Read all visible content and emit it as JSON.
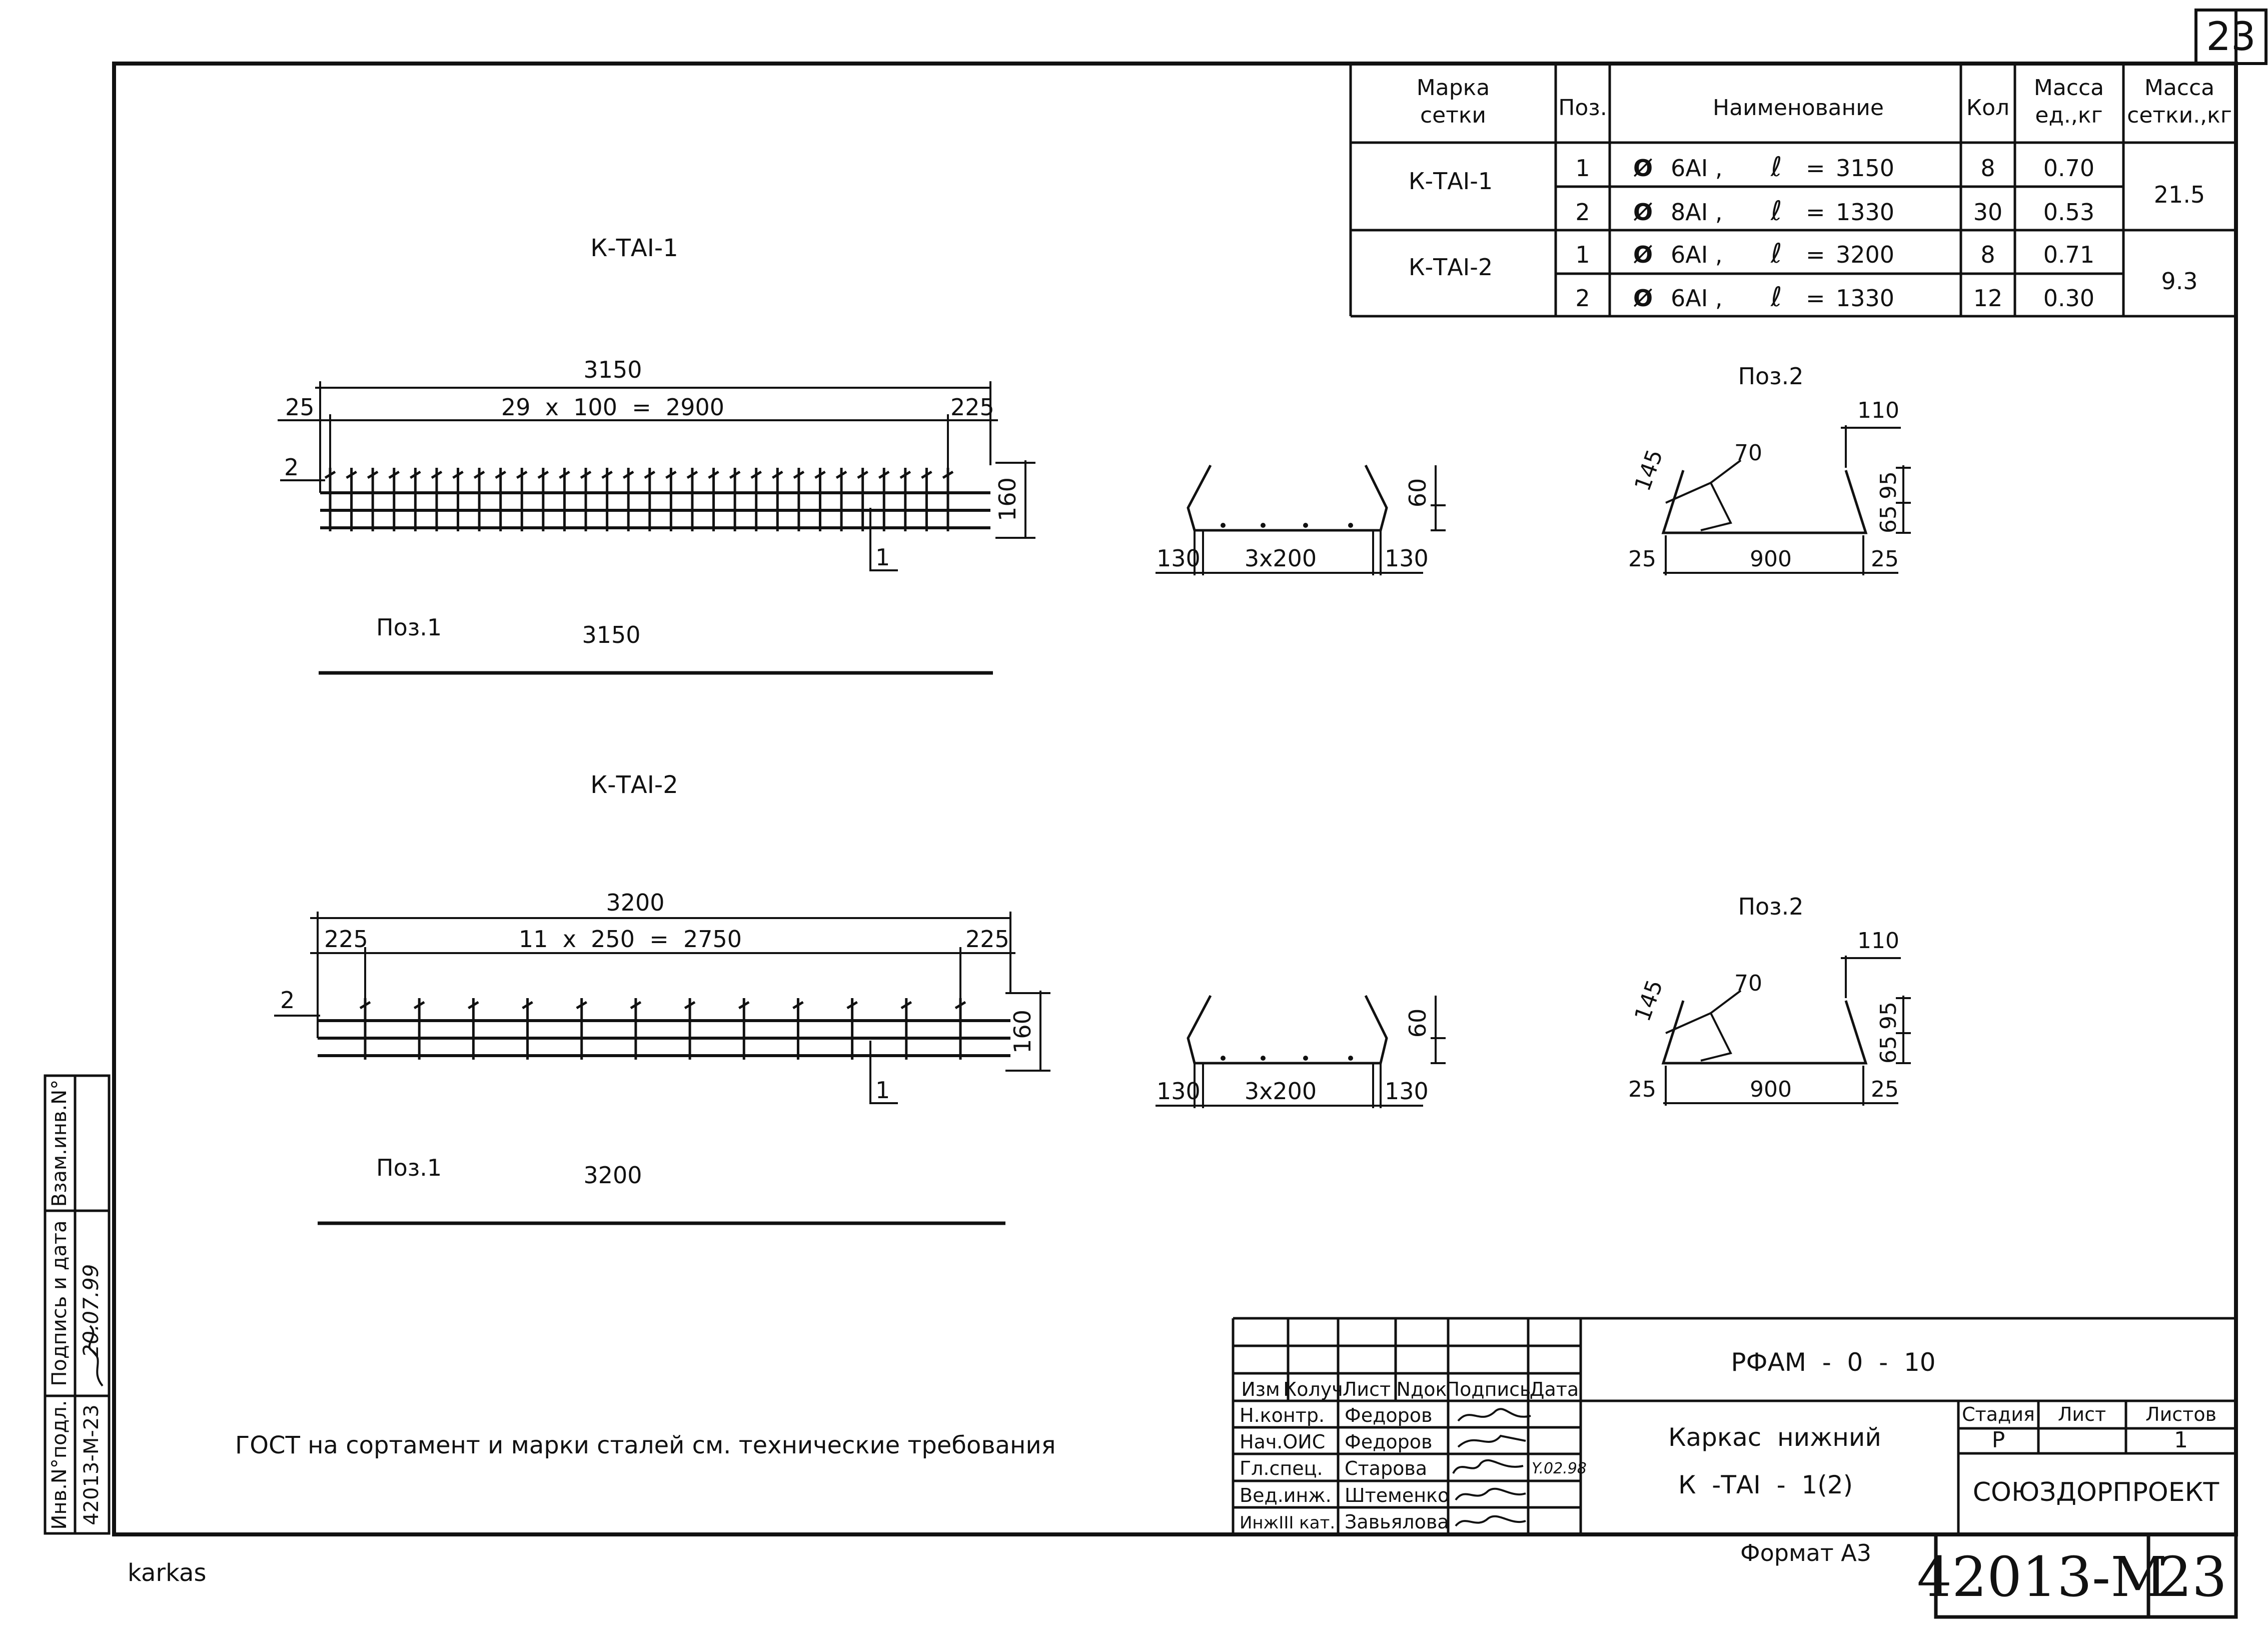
{
  "sheet": {
    "corner_number": "23",
    "footer_name": "karkas",
    "format": "Формат А3",
    "drawing_code": "42013-М",
    "sheet_number": "23",
    "note": "ГОСТ на сортамент и марки сталей см. технические требования"
  },
  "spec_table": {
    "headers": {
      "mark": [
        "Марка",
        "сетки"
      ],
      "pos": "Поз.",
      "name": "Наименование",
      "qty": "Кол",
      "unit_mass": [
        "Масса",
        "ед.,кг"
      ],
      "mesh_mass": [
        "Масса",
        "сетки.,кг"
      ]
    },
    "groups": [
      {
        "mark": "К-ТАI-1",
        "mesh_mass": "21.5",
        "rows": [
          {
            "pos": "1",
            "dia": "Ø",
            "steel": "6АI ,",
            "len_sym": "ℓ",
            "eq": "=",
            "len": "3150",
            "qty": "8",
            "unit_mass": "0.70"
          },
          {
            "pos": "2",
            "dia": "Ø",
            "steel": "8АI ,",
            "len_sym": "ℓ",
            "eq": "=",
            "len": "1330",
            "qty": "30",
            "unit_mass": "0.53"
          }
        ]
      },
      {
        "mark": "К-ТАI-2",
        "mesh_mass": "9.3",
        "rows": [
          {
            "pos": "1",
            "dia": "Ø",
            "steel": "6АI ,",
            "len_sym": "ℓ",
            "eq": "=",
            "len": "3200",
            "qty": "8",
            "unit_mass": "0.71"
          },
          {
            "pos": "2",
            "dia": "Ø",
            "steel": "6АI ,",
            "len_sym": "ℓ",
            "eq": "=",
            "len": "1330",
            "qty": "12",
            "unit_mass": "0.30"
          }
        ]
      }
    ]
  },
  "drawing1": {
    "title": "К-ТАI-1",
    "overall_dim": "3150",
    "spacing_dim": "29  x  100  =  2900",
    "left_end": "25",
    "right_end": "225",
    "height_dim": "160",
    "pos2_label": "2",
    "pos1_label": "1",
    "bar_title": "Поз.1",
    "bar_length": "3150",
    "section": {
      "top": "60",
      "left": "130",
      "mid": "3x200",
      "right": "130"
    },
    "detail": {
      "title": "Поз.2",
      "top": "110",
      "diag": "145",
      "hook": "70",
      "up": "95",
      "low": "65",
      "left": "25",
      "mid": "900",
      "right": "25"
    }
  },
  "drawing2": {
    "title": "К-ТАI-2",
    "overall_dim": "3200",
    "spacing_dim": "11  x  250  =  2750",
    "left_end": "225",
    "right_end": "225",
    "height_dim": "160",
    "pos2_label": "2",
    "pos1_label": "1",
    "bar_title": "Поз.1",
    "bar_length": "3200",
    "section": {
      "top": "60",
      "left": "130",
      "mid": "3x200",
      "right": "130"
    },
    "detail": {
      "title": "Поз.2",
      "top": "110",
      "diag": "145",
      "hook": "70",
      "up": "95",
      "low": "65",
      "left": "25",
      "mid": "900",
      "right": "25"
    }
  },
  "side_stamp": {
    "inv_label": "Инв.N°подл.",
    "inv_value": "42013-М-23",
    "sign_label": "Подпись и дата",
    "sign_value": "20.07.99",
    "replace_label": "Взам.инв.N°"
  },
  "title_block": {
    "header": {
      "izm": "Изм",
      "koluch": "Колуч",
      "list": "Лист",
      "ndok": "Nдок",
      "podpis": "Подпись",
      "data": "Дата"
    },
    "roles": [
      {
        "role": "Н.контр.",
        "name": "Федоров",
        "date": ""
      },
      {
        "role": "Нач.ОИС",
        "name": "Федоров",
        "date": ""
      },
      {
        "role": "Гл.спец.",
        "name": "Старова",
        "date": "Y.02.98"
      },
      {
        "role": "Вед.инж.",
        "name": "Штеменко",
        "date": ""
      },
      {
        "role": "ИнжIII кат.",
        "name": "Завьялова",
        "date": ""
      }
    ],
    "project_code": "РФАМ  -  0  -  10",
    "object_title": "Каркас  нижний",
    "object_mark": "К  -ТАI  -  1(2)",
    "stage_label": "Стадия",
    "sheet_label": "Лист",
    "sheets_label": "Листов",
    "stage_value": "Р",
    "sheet_value": "",
    "sheets_value": "1",
    "organization": "СОЮЗДОРПРОЕКТ"
  }
}
